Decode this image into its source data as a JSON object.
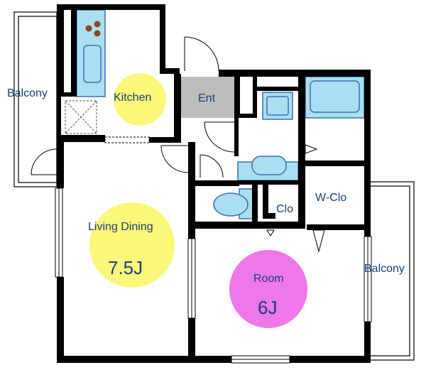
{
  "rooms": {
    "balcony_left": "Balcony",
    "balcony_right": "Balcony",
    "kitchen": "Kitchen",
    "entrance": "Ent",
    "living_dining": "Living Dining",
    "living_dining_size": "7.5J",
    "room": "Room",
    "room_size": "6J",
    "closet": "Clo",
    "walk_in_closet": "W-Clo"
  },
  "colors": {
    "wall": "#000000",
    "fixture_fill": "#a9dff0",
    "fixture_stroke": "#3a72b0",
    "kitchen_highlight": "#fbf77a",
    "living_highlight": "#fbf77a",
    "room_highlight": "#ee78ea",
    "entrance_floor": "#bdbdbd",
    "burner": "#8a4a1a",
    "label_text": "#1a3f7a"
  }
}
